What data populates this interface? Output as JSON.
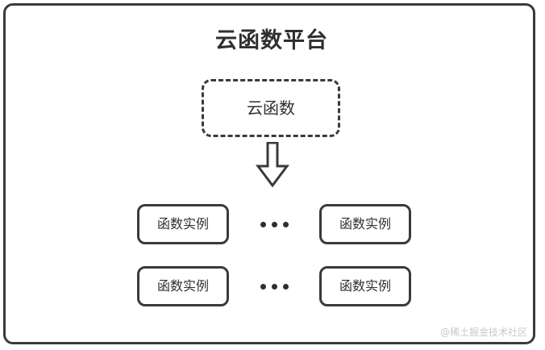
{
  "diagram": {
    "title": "云函数平台",
    "cloud_function": {
      "label": "云函数",
      "border_style": "dashed"
    },
    "arrow": {
      "name": "down-block-arrow",
      "direction": "down"
    },
    "instance_rows": [
      {
        "left_instance": "函数实例",
        "ellipsis": "•••",
        "right_instance": "函数实例"
      },
      {
        "left_instance": "函数实例",
        "ellipsis": "•••",
        "right_instance": "函数实例"
      }
    ],
    "watermark": "@稀土掘金技术社区",
    "colors": {
      "stroke": "#3a3a3c",
      "text": "#2f2f31",
      "background": "#ffffff",
      "watermark": "#c9c9cc"
    }
  }
}
